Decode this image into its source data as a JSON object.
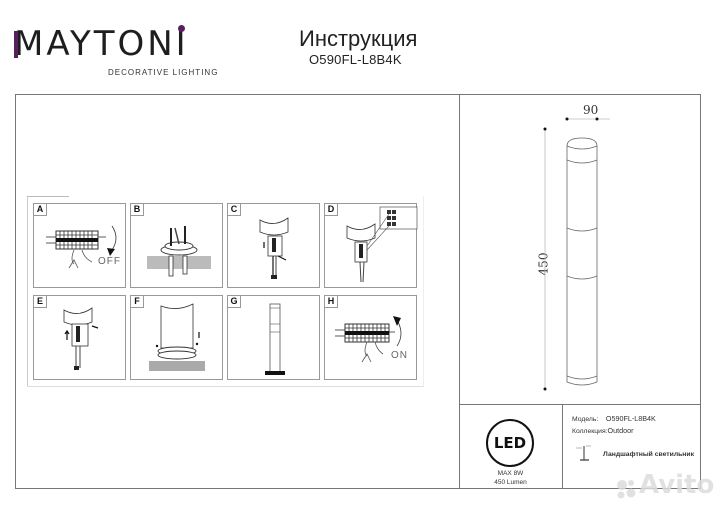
{
  "header": {
    "brand": "MAYTONI",
    "brand_tagline": "DECORATIVE LIGHTING",
    "title": "Инструкция",
    "model": "O590FL-L8B4K",
    "brand_accent_color": "#5a1f5e"
  },
  "installation_steps": {
    "panels": [
      {
        "label": "A",
        "caption": "OFF",
        "icon": "circuit-breaker-off-icon"
      },
      {
        "label": "B",
        "icon": "mount-base-screws-icon"
      },
      {
        "label": "C",
        "icon": "connect-wire-icon"
      },
      {
        "label": "D",
        "icon": "wiring-terminal-icon"
      },
      {
        "label": "E",
        "icon": "insert-connector-icon"
      },
      {
        "label": "F",
        "icon": "attach-body-icon"
      },
      {
        "label": "G",
        "icon": "assembled-bollard-icon"
      },
      {
        "label": "H",
        "caption": "ON",
        "icon": "circuit-breaker-on-icon"
      }
    ]
  },
  "dimensions": {
    "width": "90",
    "height": "450"
  },
  "specs": {
    "led_label": "LED",
    "power": "MAX 8W",
    "lumen": "450 Lumen",
    "model_key": "Модель:",
    "model_value": "O590FL-L8B4K",
    "collection_key": "Коллекция:",
    "collection_value": "Outdoor",
    "type": "Ландшафтный светильник"
  },
  "watermark": "Avito"
}
